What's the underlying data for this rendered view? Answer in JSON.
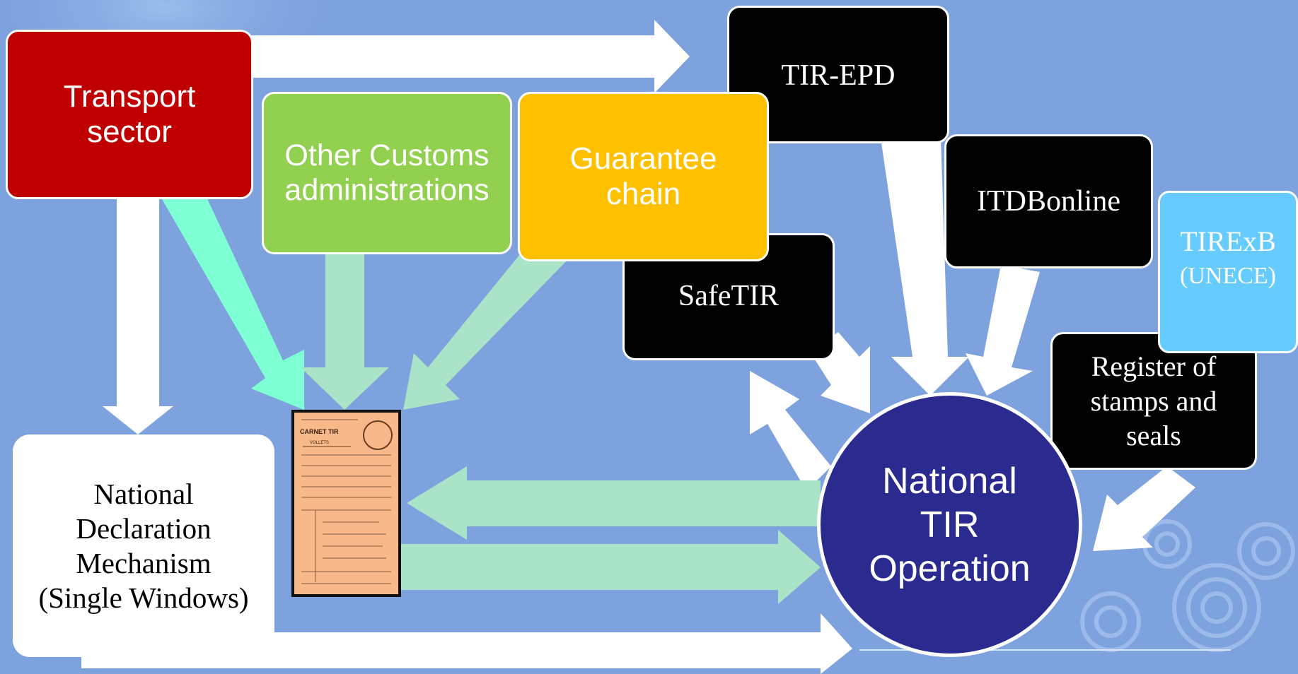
{
  "colors": {
    "background": "#7ea2dd",
    "transport": "#c00000",
    "customs": "#92d050",
    "guarantee": "#ffc000",
    "black_box": "#000000",
    "tirexb": "#66ccff",
    "national_op": "#2a2a8f",
    "arrow_white": "#ffffff",
    "arrow_mint": "#a9e4c9",
    "arrow_aqua": "#7fffd4",
    "carnet": "#f7b98a"
  },
  "nodes": {
    "transport": {
      "line1": "Transport",
      "line2": "sector"
    },
    "customs": {
      "line1": "Other Customs",
      "line2": "administrations"
    },
    "guarantee": {
      "line1": "Guarantee",
      "line2": "chain"
    },
    "tir_epd": {
      "label": "TIR-EPD"
    },
    "safetir": {
      "label": "SafeTIR"
    },
    "itdb": {
      "label": "ITDBonline"
    },
    "tirexb": {
      "line1": "TIRExB",
      "line2": "(UNECE)"
    },
    "register": {
      "line1": "Register of",
      "line2": "stamps and",
      "line3": "seals"
    },
    "national_decl": {
      "line1": "National",
      "line2": "Declaration",
      "line3": "Mechanism",
      "line4": "(Single Windows)"
    },
    "national_op": {
      "line1": "National",
      "line2": "TIR",
      "line3": "Operation"
    },
    "carnet": {
      "title": "CARNET TIR",
      "subtitle": "VOLLETS"
    }
  }
}
